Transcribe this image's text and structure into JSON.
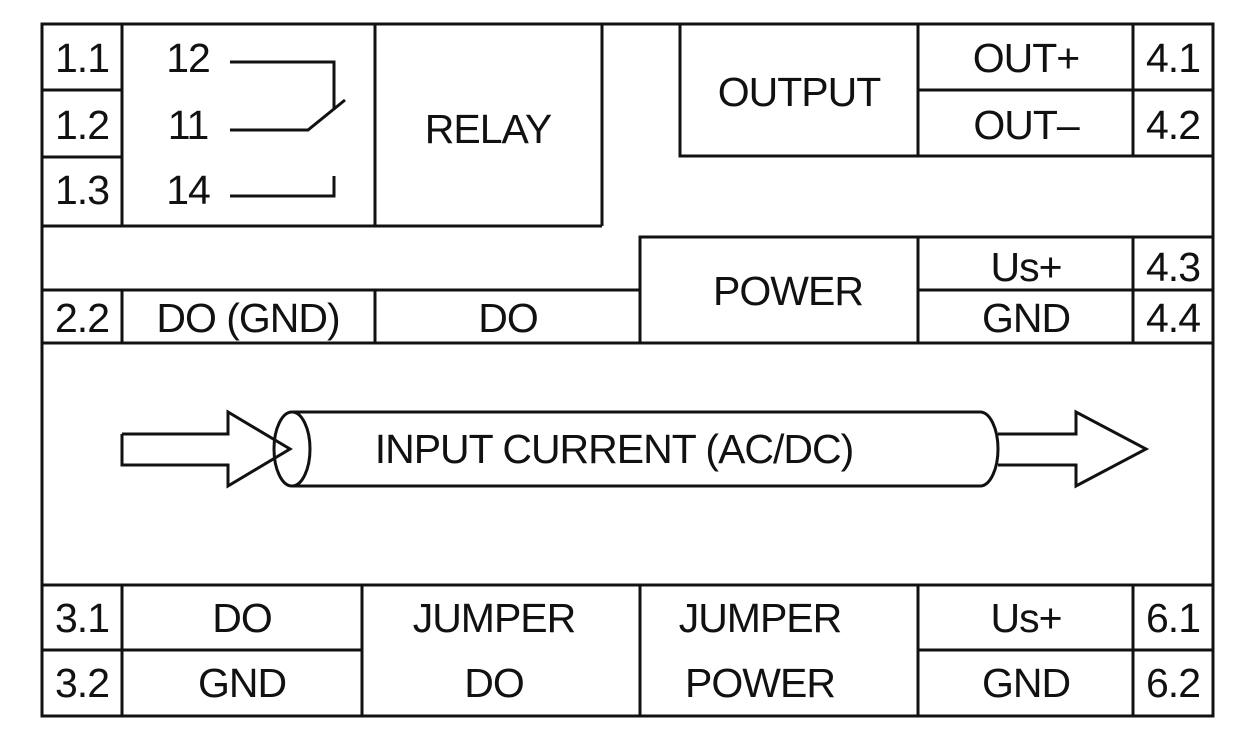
{
  "relay_block": {
    "terminals": [
      "1.1",
      "1.2",
      "1.3"
    ],
    "contacts": [
      "12",
      "11",
      "14"
    ],
    "label": "RELAY"
  },
  "output_block": {
    "label": "OUTPUT",
    "signals": [
      "OUT+",
      "OUT–"
    ],
    "terminals": [
      "4.1",
      "4.2"
    ]
  },
  "do_row": {
    "terminal": "2.2",
    "do_gnd_label": "DO (GND)",
    "do_label": "DO"
  },
  "power_block": {
    "label": "POWER",
    "signals": [
      "Us+",
      "GND"
    ],
    "terminals": [
      "4.3",
      "4.4"
    ]
  },
  "input": {
    "label": "INPUT CURRENT (AC/DC)"
  },
  "bottom_row": {
    "left_terminals": [
      "3.1",
      "3.2"
    ],
    "left_signals": [
      "DO",
      "GND"
    ],
    "jumper_do": [
      "JUMPER",
      "DO"
    ],
    "jumper_power": [
      "JUMPER",
      "POWER"
    ],
    "right_signals": [
      "Us+",
      "GND"
    ],
    "right_terminals": [
      "6.1",
      "6.2"
    ]
  },
  "colors": {
    "line": "#111111",
    "background": "#ffffff"
  }
}
